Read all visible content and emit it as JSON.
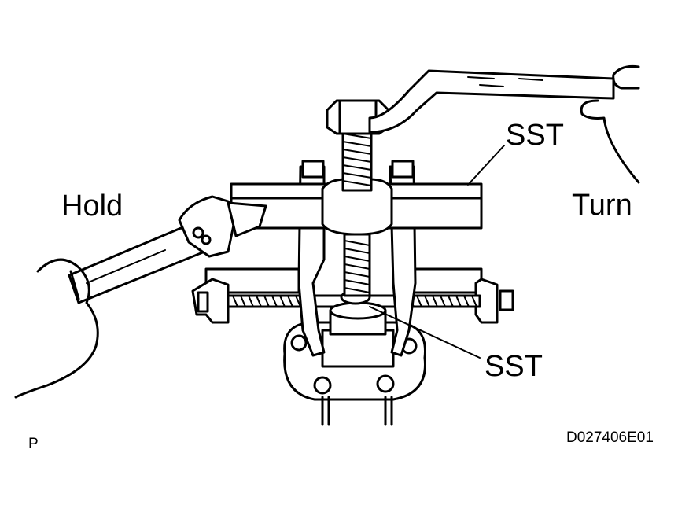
{
  "labels": {
    "hold": "Hold",
    "turn": "Turn",
    "sst_top": "SST",
    "sst_bottom": "SST",
    "corner_mark": "P",
    "figure_code": "D027406E01"
  },
  "colors": {
    "ink": "#000000",
    "paper": "#ffffff"
  },
  "icons": [
    "wrench-icon",
    "handle-bar-icon",
    "hand-icon"
  ]
}
